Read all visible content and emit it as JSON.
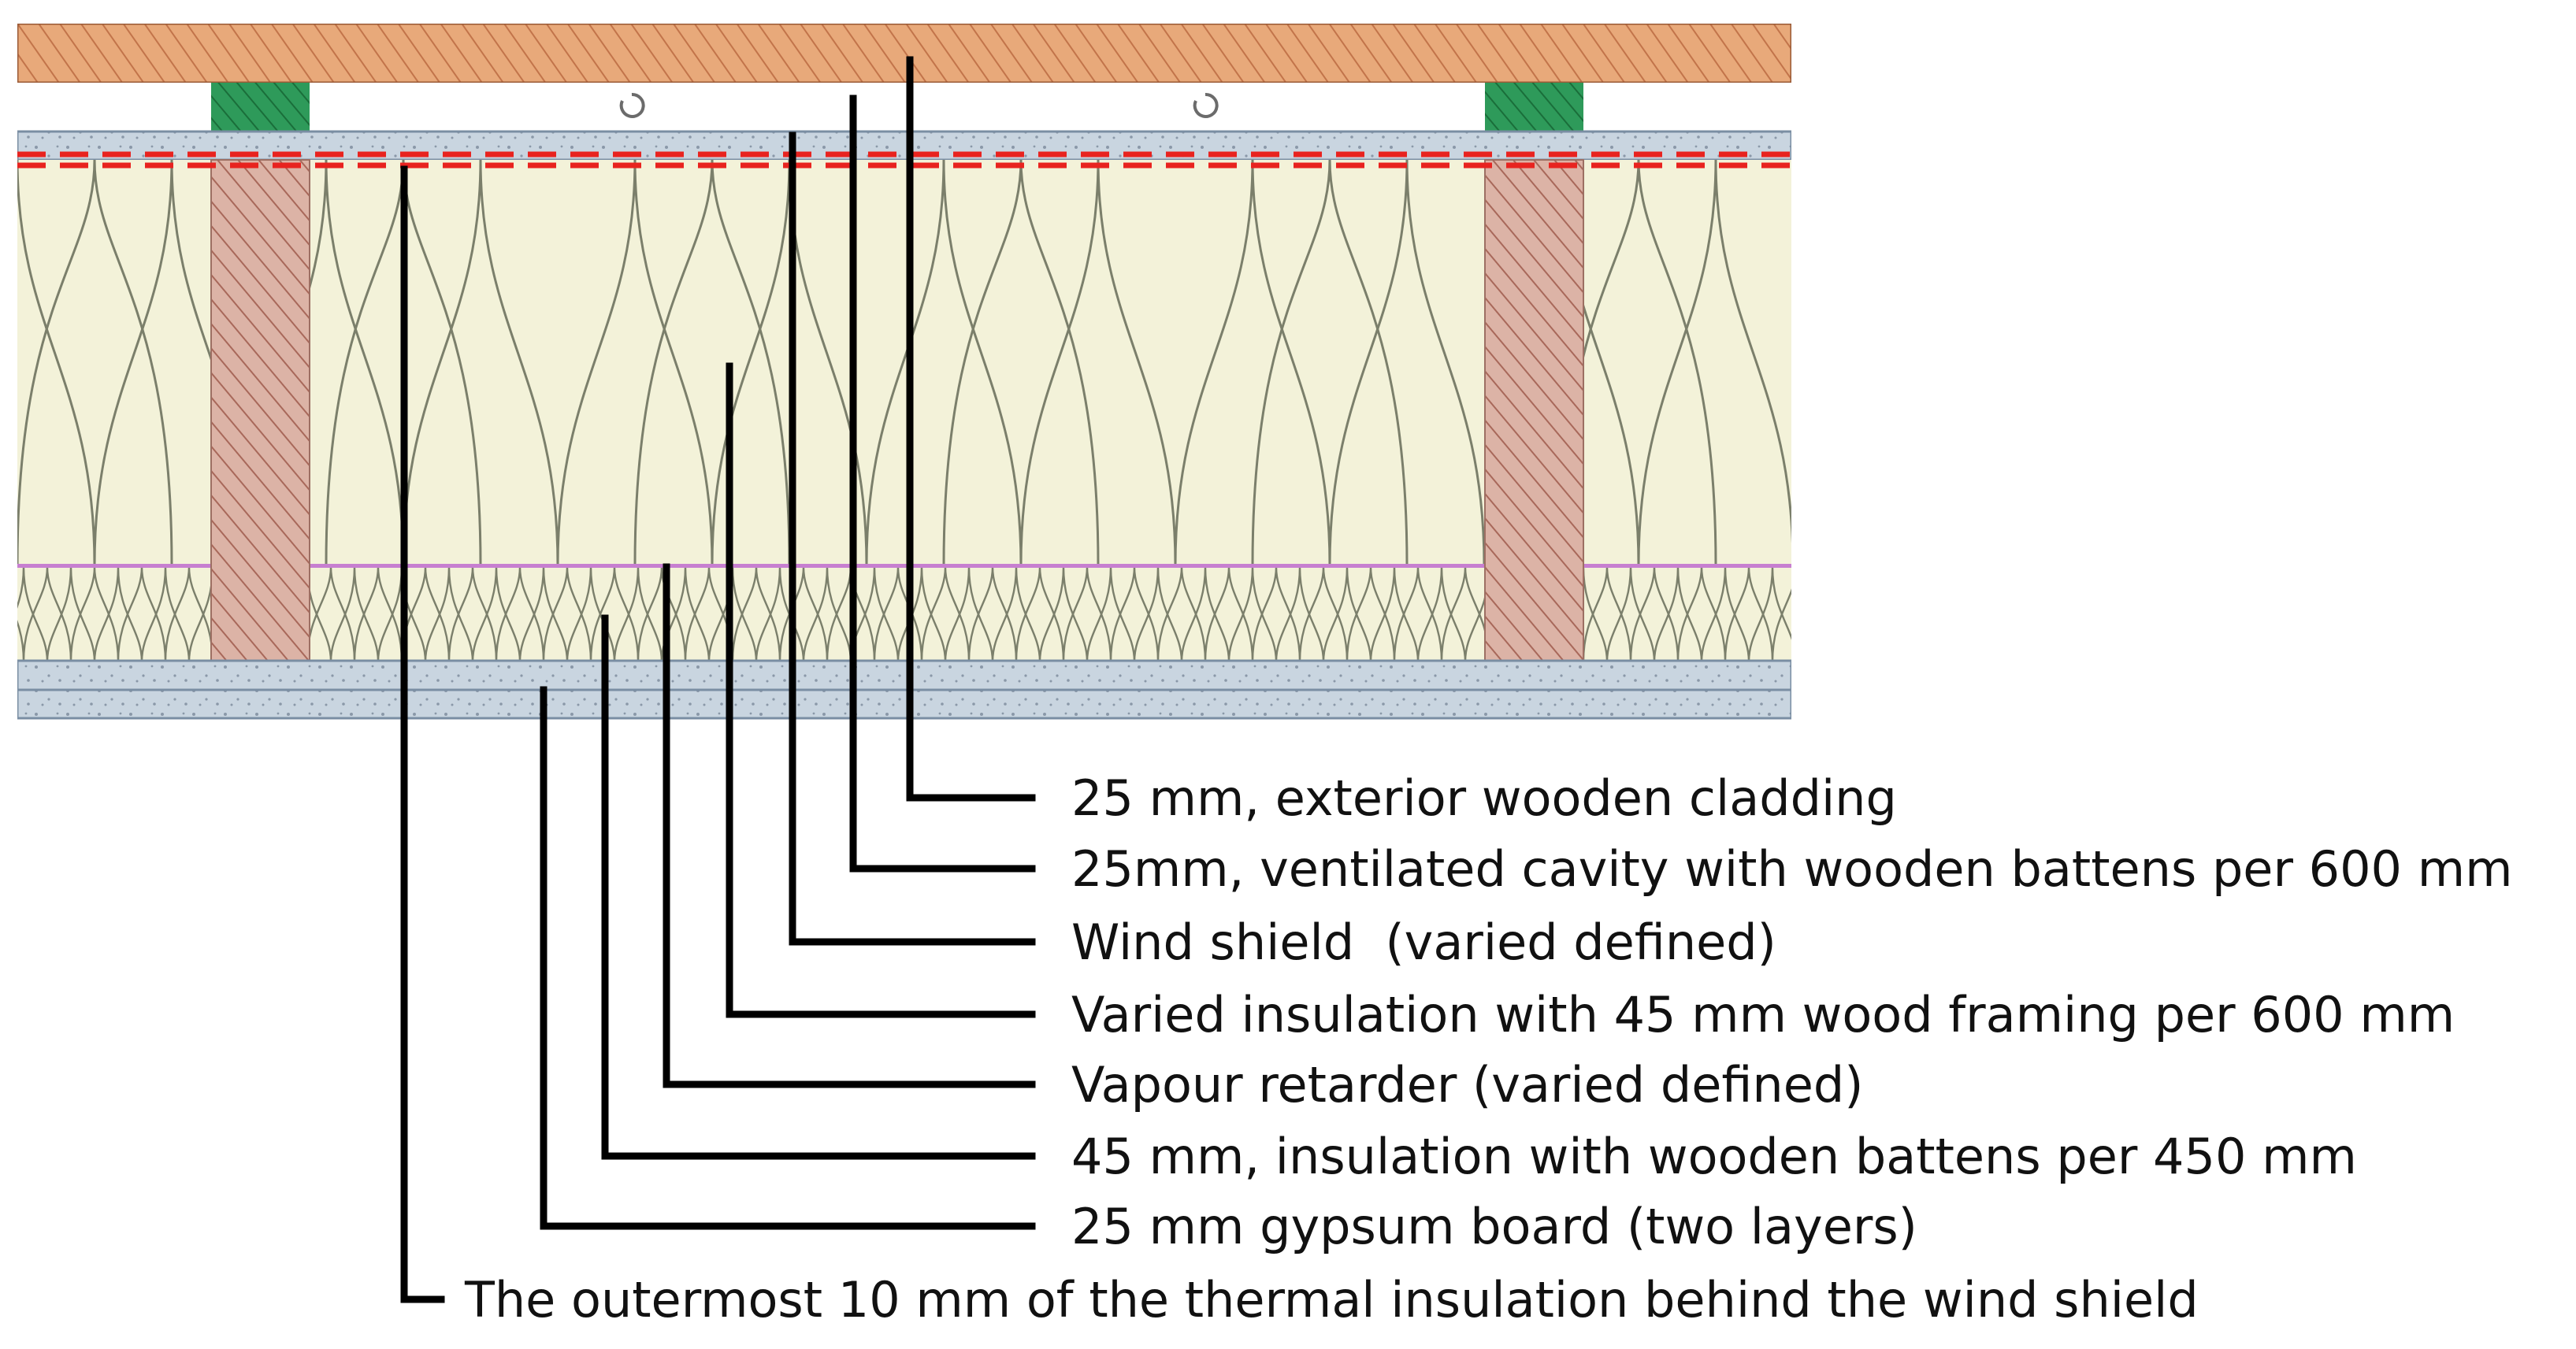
{
  "diagram": {
    "layers": {
      "cladding": "exterior wooden cladding",
      "cavity": "ventilated cavity with wooden battens",
      "wind_shield": "wind shield",
      "main_insulation": "main insulation with wood framing",
      "vapour_retarder": "vapour retarder",
      "inner_insulation": "inner insulation with wooden battens",
      "gypsum": "gypsum board"
    },
    "callouts": [
      {
        "text": "25 mm, exterior wooden cladding"
      },
      {
        "text": "25mm, ventilated cavity with wooden battens per 600 mm"
      },
      {
        "text": "Wind shield  (varied defined)"
      },
      {
        "text": "Varied insulation with 45 mm wood framing per 600 mm"
      },
      {
        "text": "Vapour retarder (varied defined)"
      },
      {
        "text": "45 mm, insulation with wooden battens per 450 mm"
      },
      {
        "text": "25 mm gypsum board (two layers)"
      },
      {
        "text": "The outermost 10 mm of the thermal insulation behind the wind shield"
      }
    ],
    "colors": {
      "cladding": "#e8a97a",
      "batten": "#2e9a5a",
      "board": "#c7d3de",
      "insulation": "#f3f2d9",
      "stud": "#d9a79a",
      "vapour_retarder": "#c77fd0",
      "highlight_dashed": "#e8231f",
      "leader": "#000000"
    }
  }
}
